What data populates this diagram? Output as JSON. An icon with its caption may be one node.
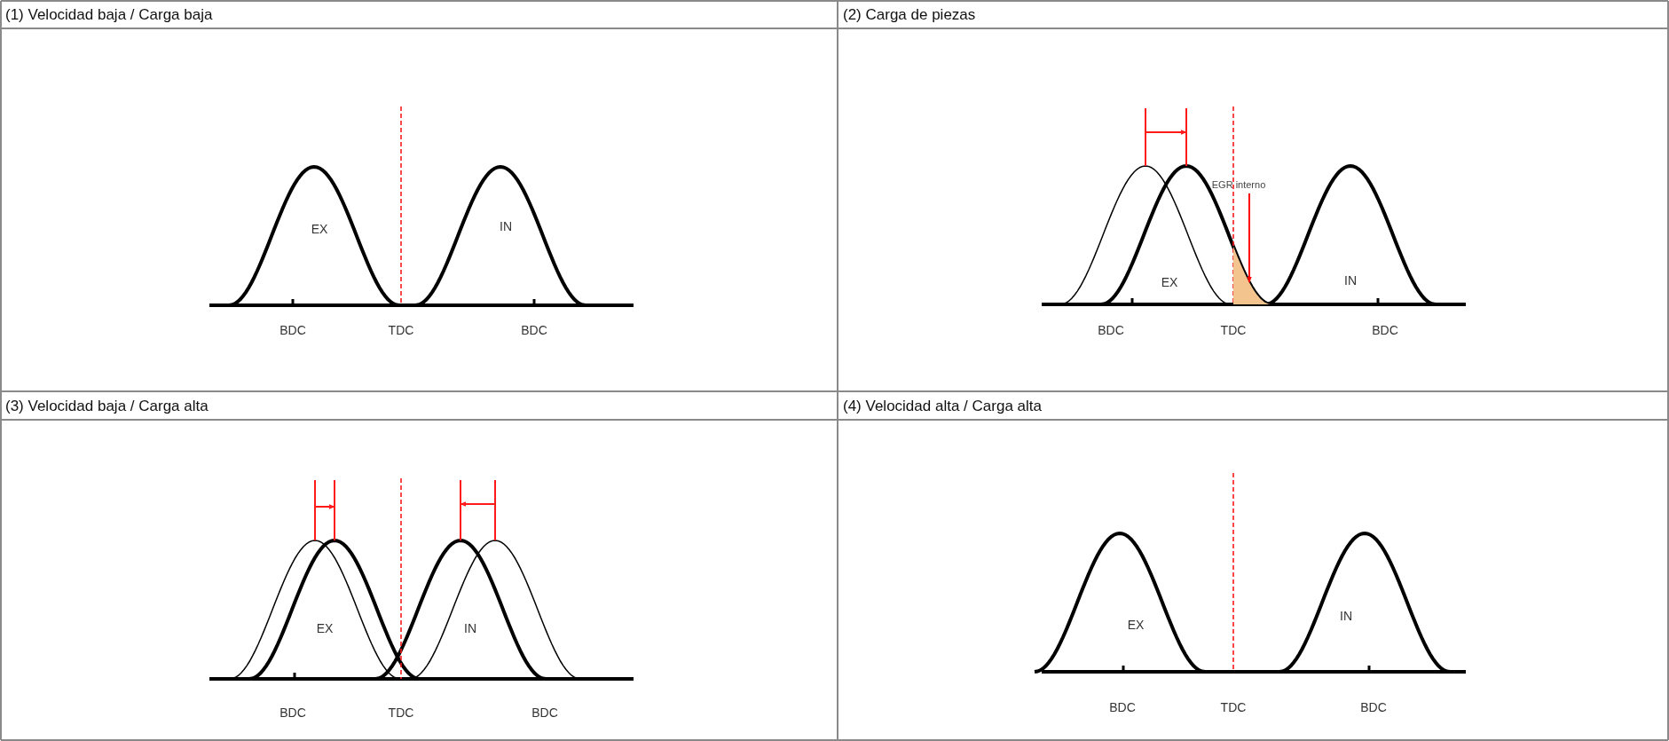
{
  "diagram": {
    "nodes": [
      {
        "text": [
          "EGR interno"
        ]
      },
      {
        "text": [],
        "shape": "triangle"
      }
    ],
    "edges": [
      {
        "from": 0,
        "to": 1,
        "arrow": "to",
        "color": "#ff0000"
      }
    ],
    "labels": [
      "(1) Velocidad baja / Carga baja",
      "(2) Carga de piezas",
      "EX",
      "IN",
      "BDC",
      "TDC",
      "BDC",
      "EX",
      "IN",
      "BDC",
      "TDC",
      "BDC",
      "(3) Velocidad baja / Carga alta",
      "(4) Velocidad alta / Carga alta",
      "EX",
      "IN",
      "BDC",
      "TDC",
      "BDC",
      "EX",
      "IN",
      "BDC",
      "TDC",
      "BDC"
    ]
  }
}
